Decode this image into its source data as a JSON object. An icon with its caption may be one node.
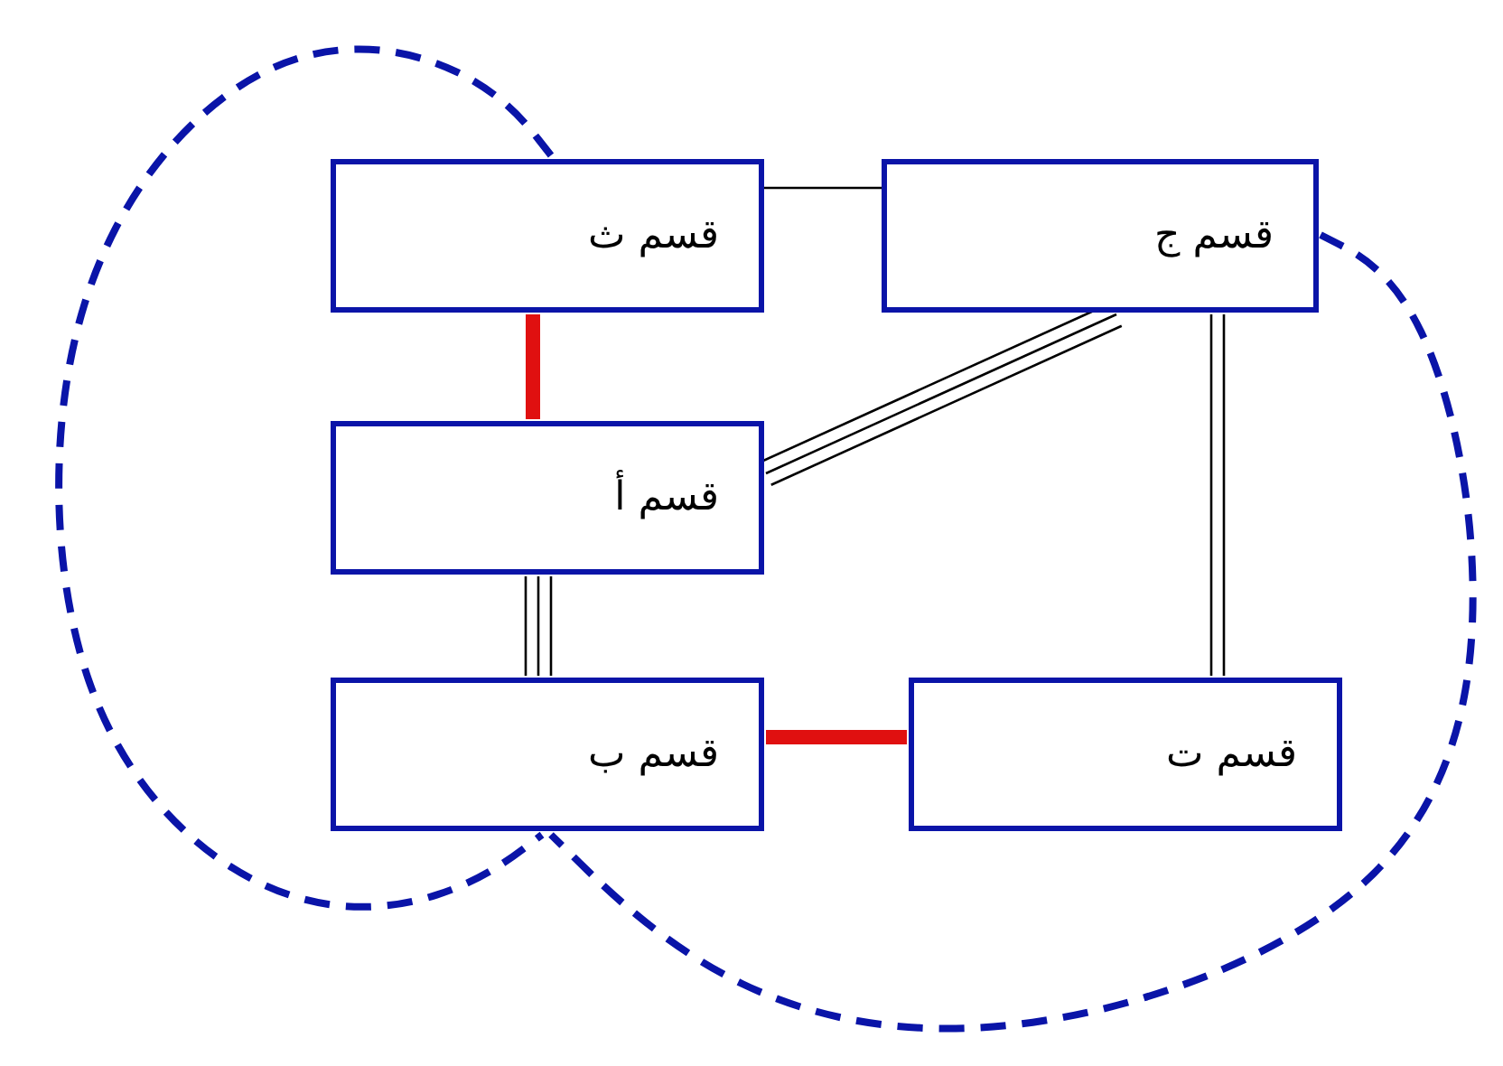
{
  "diagram": {
    "nodes": [
      {
        "text": [
          "قسم ث"
        ]
      },
      {
        "text": [
          "قسم ج"
        ]
      },
      {
        "text": [
          "قسم أ"
        ]
      },
      {
        "text": [
          "قسم ب"
        ]
      },
      {
        "text": [
          "قسم ت"
        ]
      }
    ],
    "edges": [
      {
        "from": 0,
        "to": 1,
        "arrow": "none"
      },
      {
        "from": 0,
        "to": 2,
        "arrow": "none",
        "style": "thick",
        "color": "#e01010"
      },
      {
        "from": 1,
        "to": 2,
        "arrow": "none"
      },
      {
        "from": 1,
        "to": 2,
        "arrow": "none"
      },
      {
        "from": 1,
        "to": 2,
        "arrow": "none"
      },
      {
        "from": 1,
        "to": 4,
        "arrow": "none"
      },
      {
        "from": 1,
        "to": 4,
        "arrow": "none"
      },
      {
        "from": 2,
        "to": 3,
        "arrow": "none"
      },
      {
        "from": 2,
        "to": 3,
        "arrow": "none"
      },
      {
        "from": 2,
        "to": 3,
        "arrow": "none"
      },
      {
        "from": 3,
        "to": 4,
        "arrow": "none",
        "style": "thick",
        "color": "#e01010"
      },
      {
        "from": 0,
        "to": 3,
        "arrow": "none",
        "style": "dashed",
        "color": "#0a14a8"
      },
      {
        "from": 1,
        "to": 3,
        "arrow": "none",
        "style": "dashed",
        "color": "#0a14a8"
      }
    ]
  }
}
